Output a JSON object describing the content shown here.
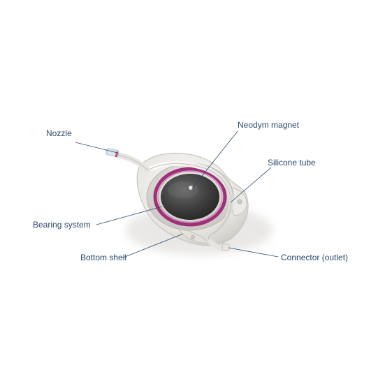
{
  "labels": {
    "nozzle": "Nozzle",
    "neodym_magnet": "Neodym magnet",
    "silicone_tube": "Silicone tube",
    "bearing_system": "Bearing system",
    "bottom_shell": "Bottom shell",
    "connector_outlet": "Connector (outlet)"
  },
  "colors": {
    "label_text": "#2a4a6a",
    "leader_line": "#2a4a6a",
    "magnet_ring": "#a0307a",
    "shell": "#eceae6",
    "disc": "#3a3a3a"
  }
}
